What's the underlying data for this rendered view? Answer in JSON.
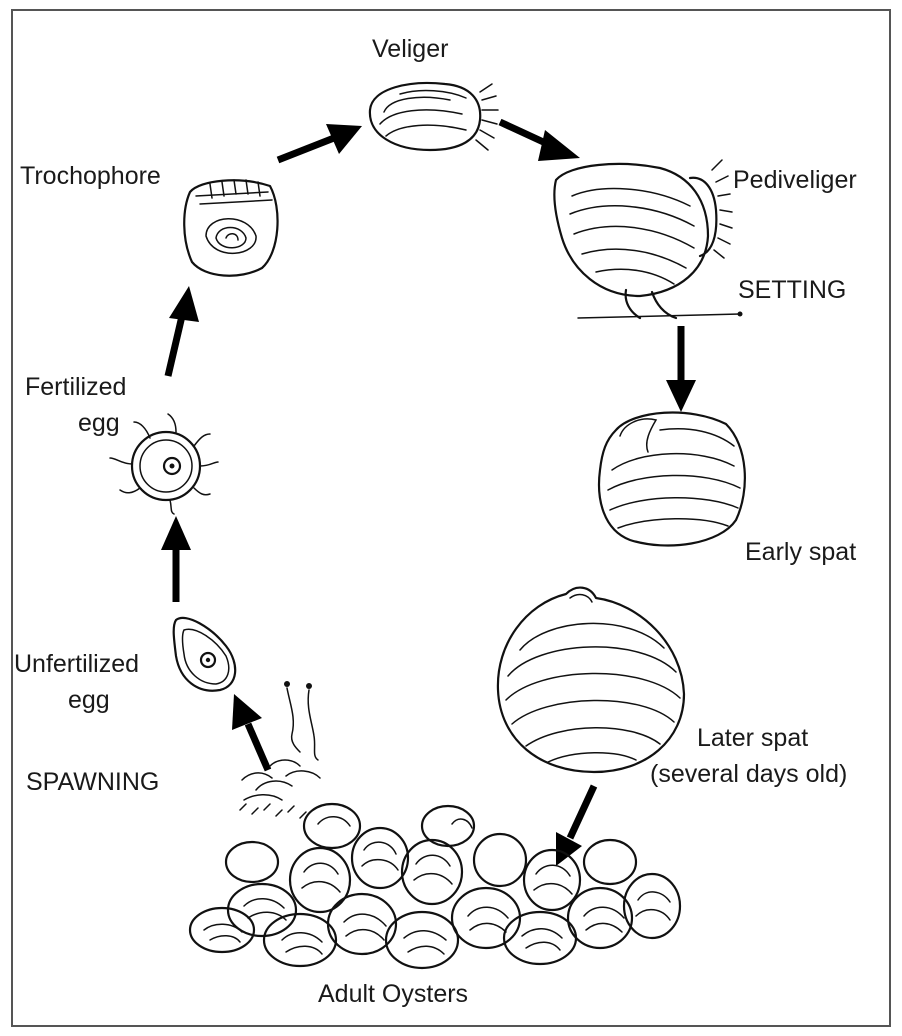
{
  "labels": {
    "veliger": "Veliger",
    "trochophore": "Trochophore",
    "pediveliger": "Pediveliger",
    "setting": "SETTING",
    "fertilized_line1": "Fertilized",
    "fertilized_line2": "egg",
    "early_spat": "Early spat",
    "unfertilized_line1": "Unfertilized",
    "unfertilized_line2": "egg",
    "later_spat_line1": "Later spat",
    "later_spat_line2": "(several days old)",
    "spawning": "SPAWNING",
    "adult_oysters": "Adult Oysters"
  }
}
